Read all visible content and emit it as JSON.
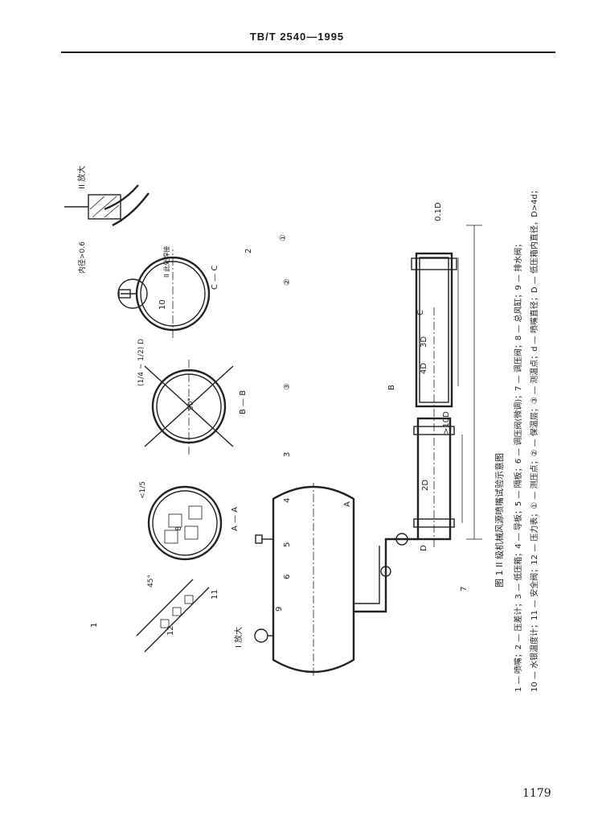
{
  "header": {
    "standard_no": "TB/T 2540—1995"
  },
  "figure": {
    "caption": "图 1  II 级机械风源喷嘴试验示意图",
    "legend_lines": [
      "1 — 喷嘴；2 — 压差计；3 — 低压箱；4 — 导板；5 — 隔板；6 — 调压阀(微调)；7 — 调压阀；8 — 总风缸；9 — 排水阀；",
      "10 — 水银温度计；11 — 安全阀；12 — 压力表；① — 测压点；② — 保温层；③ — 测温点；d — 喷嘴直径；D — 低压箱内直径，D>4d；"
    ],
    "views": {
      "detail_2": "II 放大",
      "detail_2_dim": "内径>0.6",
      "section_cc": "C — C",
      "section_cc_note": "II 此处焊接",
      "section_cc_dims": "(1/4 ~ 1/2) D",
      "section_bb": "B — B",
      "section_bb_angle": "90°",
      "section_aa": "A — A",
      "section_aa_dim": "<1/5",
      "detail_1": "I 放大",
      "detail_1_angle": "45°"
    },
    "dims": {
      "d": "D",
      "d_2d": "2D",
      "d_3d": "3D",
      "d_4d": "4D",
      "d_gt10d": ">10D",
      "d_01d": "0.1D",
      "d_c": "C",
      "d_b": "B",
      "d_a": "A"
    },
    "callouts": [
      "1",
      "2",
      "3",
      "4",
      "5",
      "6",
      "7",
      "8",
      "9",
      "10",
      "11",
      "12"
    ],
    "circled": [
      "①",
      "②",
      "③"
    ]
  },
  "footer": {
    "page_number": "1179"
  }
}
